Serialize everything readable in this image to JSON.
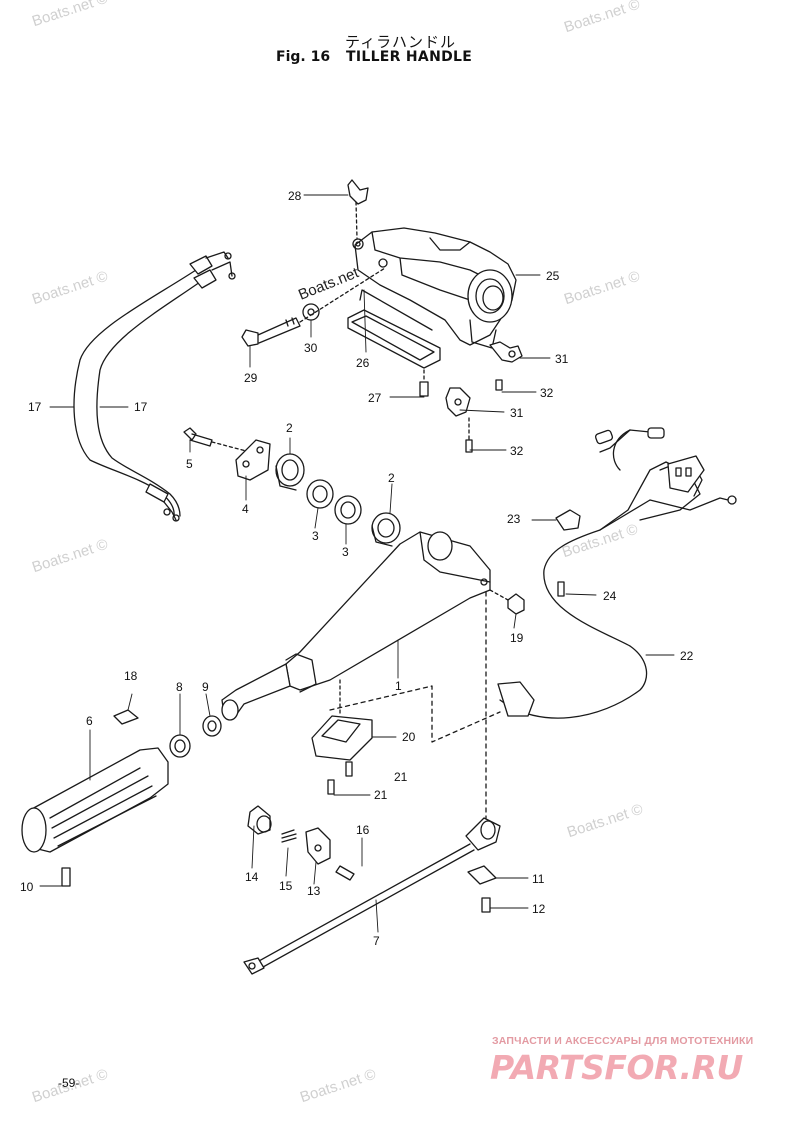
{
  "header": {
    "japanese_title": "ティラハンドル",
    "fig_number": "Fig. 16",
    "fig_title": "TILLER HANDLE"
  },
  "watermarks": {
    "text": "Boats.net ©",
    "overlay_text": "Boats.net"
  },
  "callouts": [
    "1",
    "2",
    "2",
    "3",
    "3",
    "4",
    "5",
    "6",
    "7",
    "8",
    "9",
    "10",
    "11",
    "12",
    "13",
    "14",
    "15",
    "16",
    "17",
    "17",
    "18",
    "19",
    "20",
    "21",
    "21",
    "22",
    "23",
    "24",
    "25",
    "26",
    "27",
    "28",
    "29",
    "30",
    "31",
    "31",
    "32",
    "32"
  ],
  "footer": {
    "page_number": "-59-",
    "brand_tagline": "ЗАПЧАСТИ И АКСЕССУАРЫ ДЛЯ МОТОТЕХНИКИ",
    "brand_logo": "PARTSFOR.RU"
  },
  "colors": {
    "line": "#1a1a1a",
    "watermark": "#d0d0d0",
    "brand": "#f2aab3"
  }
}
